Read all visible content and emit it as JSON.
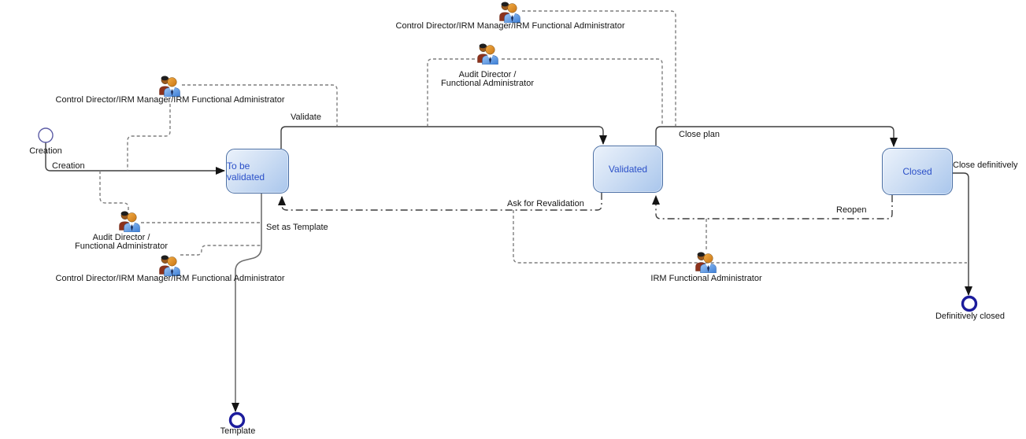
{
  "diagram": {
    "kind": "workflow-state-diagram",
    "states": [
      {
        "id": "to-be-validated",
        "label": "To be validated"
      },
      {
        "id": "validated",
        "label": "Validated"
      },
      {
        "id": "closed",
        "label": "Closed"
      }
    ],
    "start_event": {
      "label": "Creation"
    },
    "end_events": [
      {
        "id": "template",
        "label": "Template"
      },
      {
        "id": "definitively-closed",
        "label": "Definitively closed"
      }
    ],
    "transitions": [
      {
        "id": "creation",
        "label": "Creation",
        "from": "Creation (start)",
        "to": "To be validated",
        "style": "solid"
      },
      {
        "id": "validate",
        "label": "Validate",
        "from": "To be validated",
        "to": "Validated",
        "style": "solid"
      },
      {
        "id": "close-plan",
        "label": "Close plan",
        "from": "Validated",
        "to": "Closed",
        "style": "solid"
      },
      {
        "id": "close-definitively",
        "label": "Close definitively",
        "from": "Closed",
        "to": "Definitively closed",
        "style": "solid"
      },
      {
        "id": "set-as-template",
        "label": "Set as Template",
        "from": "To be validated",
        "to": "Template",
        "style": "solid"
      },
      {
        "id": "ask-for-revalidation",
        "label": "Ask for Revalidation",
        "from": "Validated",
        "to": "To be validated",
        "style": "dash-dot"
      },
      {
        "id": "reopen",
        "label": "Reopen",
        "from": "Closed",
        "to": "Validated",
        "style": "dash-dot"
      }
    ],
    "actors": {
      "top_control": {
        "label": "Control Director/IRM Manager/IRM Functional Administrator"
      },
      "top_audit": {
        "line1": "Audit Director /",
        "line2": "Functional Administrator"
      },
      "left_control": {
        "label": "Control Director/IRM Manager/IRM Functional Administrator"
      },
      "left_audit": {
        "line1": "Audit Director /",
        "line2": "Functional Administrator"
      },
      "bottom_control": {
        "label": "Control Director/IRM Manager/IRM Functional Administrator"
      },
      "irm": {
        "label": "IRM Functional Administrator"
      }
    },
    "colors": {
      "state_fill_top": "#ebf2fb",
      "state_fill_bottom": "#a9c6ec",
      "state_border": "#4a6fa5",
      "state_text": "#2b50c8",
      "end_event_ring": "#1c1c9c",
      "start_event_ring": "#5d5da6",
      "transition_line": "#3d3d3d",
      "role_line": "#7f7f7f"
    }
  }
}
